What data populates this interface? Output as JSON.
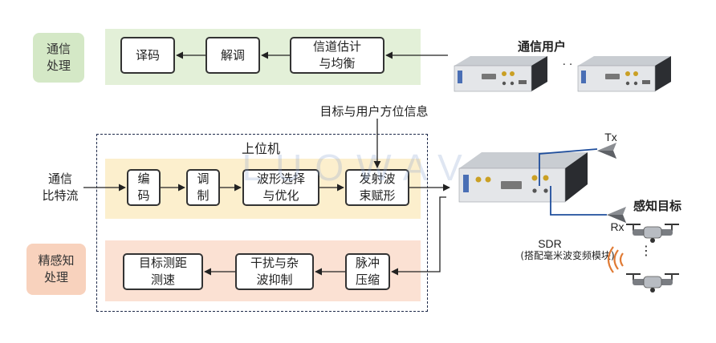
{
  "comm_label": "通信\n处理",
  "comm_boxes": {
    "decode": "译码",
    "demod": "解调",
    "channel_est": "信道估计\n与均衡"
  },
  "comm_users_label": "通信用户",
  "ellipsis": "· ·",
  "target_info_label": "目标与用户方位信息",
  "host_label": "上位机",
  "bitstream_label": "通信\n比特流",
  "tx_boxes": {
    "encode": "编\n码",
    "modulate": "调\n制",
    "waveform": "波形选择\n与优化",
    "beamform": "发射波\n束赋形"
  },
  "sense_label": "精感知\n处理",
  "sense_boxes": {
    "ranging": "目标测距\n测速",
    "interference": "干扰与杂\n波抑制",
    "pulse": "脉冲\n压缩"
  },
  "tx_label": "Tx",
  "rx_label": "Rx",
  "sense_target_label": "感知目标",
  "sdr_label": "SDR",
  "sdr_sub_label": "(搭配毫米波变频模块)",
  "vertical_ellipsis": "⋮",
  "watermark": "LUOWAVE",
  "colors": {
    "green_band": "#e3f0d8",
    "green_label": "#d4e8c6",
    "yellow_band": "#fcefcd",
    "orange_band": "#fbe1d3",
    "orange_label": "#f8d2bd",
    "tx_line": "#1f4e9c",
    "wave": "#e07a34"
  }
}
